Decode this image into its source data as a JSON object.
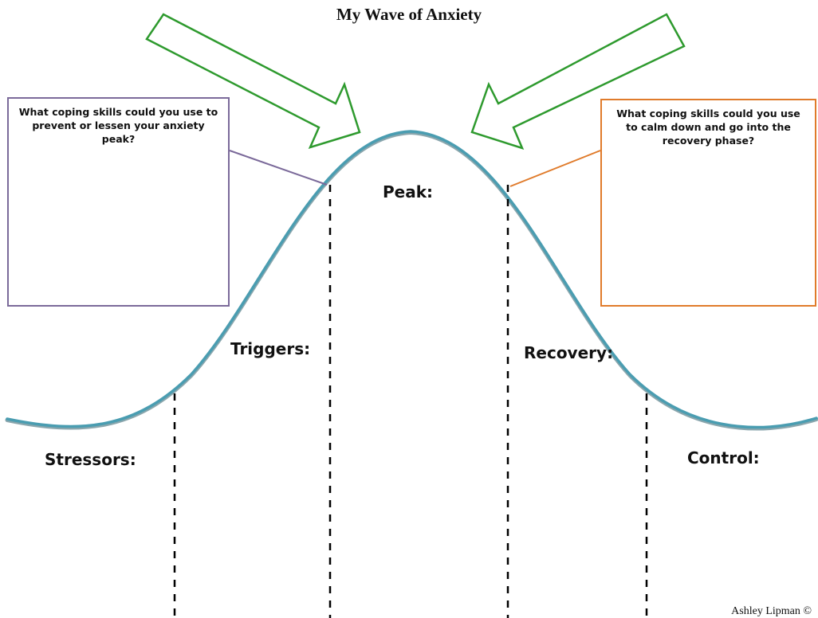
{
  "title": "My Wave of Anxiety",
  "left_question": {
    "text": "What coping skills could you use to prevent or lessen your anxiety peak?",
    "border_color": "#7b6a9a"
  },
  "right_question": {
    "text": "What coping skills could you use to calm down and go into the recovery phase?",
    "border_color": "#e07b2b"
  },
  "phases": {
    "stressors": "Stressors:",
    "triggers": "Triggers:",
    "peak": "Peak:",
    "recovery": "Recovery:",
    "control": "Control:"
  },
  "credit": "Ashley Lipman ©",
  "colors": {
    "wave": "#3f8fa3",
    "arrow_outline": "#2e9a2e",
    "dashed_line": "#000000"
  }
}
